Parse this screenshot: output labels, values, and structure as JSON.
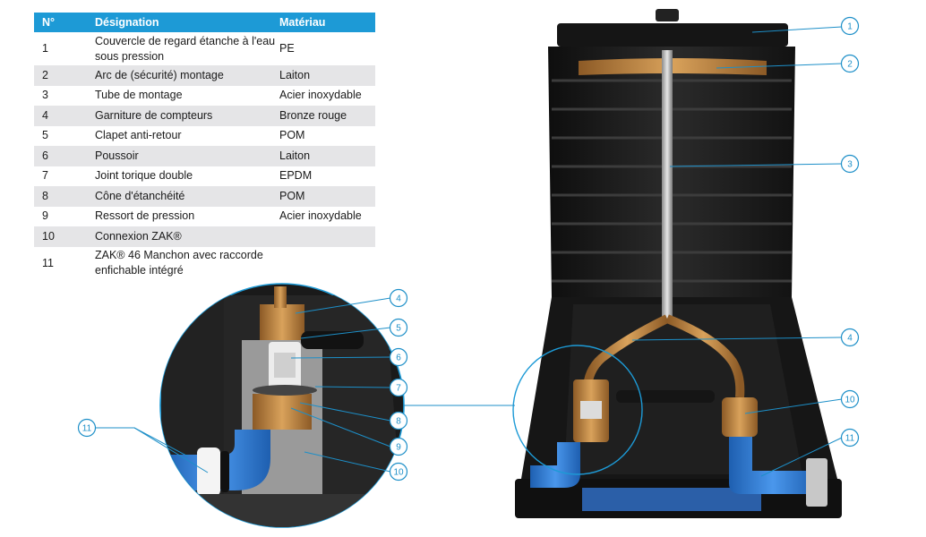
{
  "table": {
    "headers": {
      "no": "N°",
      "designation": "Désignation",
      "material": "Matériau"
    },
    "rows": [
      {
        "no": "1",
        "designation": "Couvercle de regard étanche à l'eau sous pression",
        "material": "PE"
      },
      {
        "no": "2",
        "designation": "Arc de (sécurité) montage",
        "material": "Laiton"
      },
      {
        "no": "3",
        "designation": "Tube de montage",
        "material": "Acier inoxydable"
      },
      {
        "no": "4",
        "designation": "Garniture de compteurs",
        "material": "Bronze rouge"
      },
      {
        "no": "5",
        "designation": "Clapet anti-retour",
        "material": "POM"
      },
      {
        "no": "6",
        "designation": "Poussoir",
        "material": "Laiton"
      },
      {
        "no": "7",
        "designation": "Joint torique double",
        "material": "EPDM"
      },
      {
        "no": "8",
        "designation": "Cône d'étanchéité",
        "material": "POM"
      },
      {
        "no": "9",
        "designation": "Ressort de pression",
        "material": "Acier inoxydable"
      },
      {
        "no": "10",
        "designation": "Connexion ZAK®",
        "material": ""
      },
      {
        "no": "11",
        "designation": "ZAK® 46 Manchon avec raccorde enfichable intégré",
        "material": ""
      }
    ]
  },
  "callouts": {
    "main": [
      "1",
      "2",
      "3",
      "4",
      "10",
      "11"
    ],
    "detail": [
      "4",
      "5",
      "6",
      "7",
      "8",
      "9",
      "10",
      "11"
    ]
  },
  "colors": {
    "table_header": "#1d9ad6",
    "row_shade": "#e5e5e7",
    "callout": "#1d8fc8",
    "shaft_body": "#1c1c1c",
    "pipe_blue": "#2f7fd6",
    "brass": "#b07a3c",
    "background_circle": "#1d9ad6"
  }
}
